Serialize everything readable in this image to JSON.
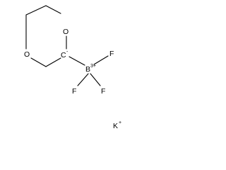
{
  "molecule": {
    "atoms": {
      "o_top": {
        "symbol": "O"
      },
      "o_left": {
        "symbol": "O"
      },
      "c_anion": {
        "symbol": "C",
        "charge": "-"
      },
      "boron": {
        "symbol": "B",
        "charge": "3+"
      },
      "f_right": {
        "symbol": "F"
      },
      "f_bottom_left": {
        "symbol": "F"
      },
      "f_bottom_right": {
        "symbol": "F"
      }
    },
    "counterion": {
      "symbol": "K",
      "charge": "+"
    }
  }
}
